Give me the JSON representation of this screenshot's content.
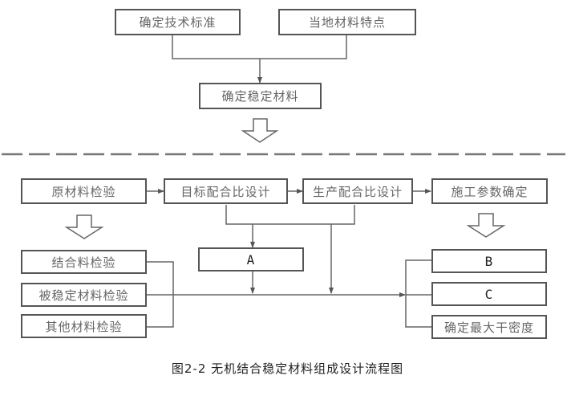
{
  "diagram": {
    "top": {
      "tech_standard": "确定技术标准",
      "local_material": "当地材料特点",
      "stable_material": "确定稳定材料"
    },
    "main_row": {
      "raw_inspection": "原材料检验",
      "target_mix": "目标配合比设计",
      "production_mix": "生产配合比设计",
      "construction_params": "施工参数确定"
    },
    "left_column": {
      "binder_inspection": "结合料检验",
      "stabilized_inspection": "被稳定材料检验",
      "other_inspection": "其他材料检验"
    },
    "middle": {
      "box_a": "A"
    },
    "right_column": {
      "box_b": "B",
      "box_c": "C",
      "max_density": "确定最大干密度"
    }
  },
  "caption": "图2-2 无机结合稳定材料组成设计流程图",
  "colors": {
    "line": "#555555",
    "text": "#666666"
  }
}
